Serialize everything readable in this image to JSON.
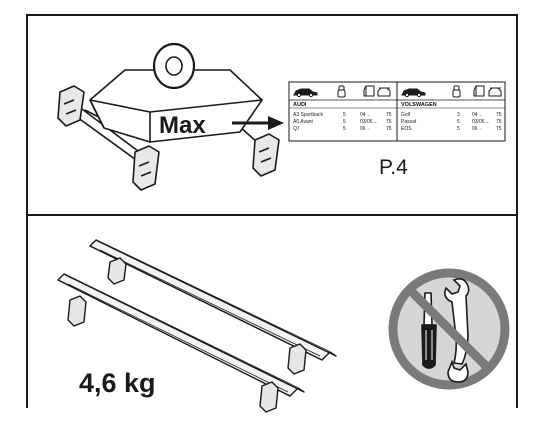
{
  "load_label": "Max",
  "page_ref": "P.4",
  "weight": "4,6 kg",
  "table": {
    "left": {
      "brand": "AUDI",
      "rows": [
        [
          "A3 Sportback",
          "5",
          "04→",
          "75"
        ],
        [
          "A6 Avant",
          "5",
          "03/05→",
          "75"
        ],
        [
          "Q7",
          "5",
          "06→",
          "75"
        ]
      ]
    },
    "right": {
      "brand": "VOLSWAGEN",
      "rows": [
        [
          "Golf",
          "3",
          "04→",
          "75"
        ],
        [
          "Passat",
          "5",
          "03/05→",
          "75"
        ],
        [
          "EOS",
          "5",
          "06→",
          "75"
        ]
      ]
    }
  },
  "icons": {
    "table_header": [
      "car-icon",
      "seat-icon",
      "door-icon",
      "roof-icon"
    ],
    "no_tools": "no-tools-icon",
    "wrench": "wrench-icon",
    "screwdriver": "screwdriver-icon"
  },
  "colors": {
    "line": "#1a1a1a",
    "prohibition": "#7a7a7a",
    "prohibition_fill": "#d6d6d6"
  }
}
